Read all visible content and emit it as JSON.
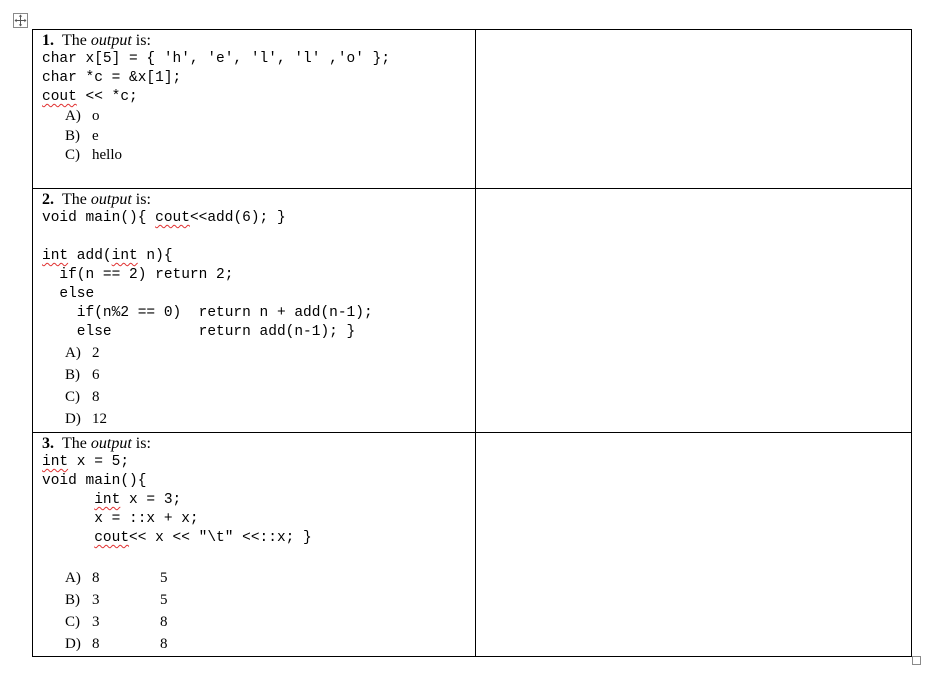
{
  "questions": [
    {
      "num": "1.",
      "stem_pre": "The",
      "stem_em": "output",
      "stem_post": "is:",
      "code": {
        "l1": "char x[5] = { 'h', 'e', 'l', 'l' ,'o' };",
        "l2": "char *c = &x[1];",
        "l3_kw": "cout",
        "l3_rest": " << *c;"
      },
      "options": [
        {
          "label": "A)",
          "text": "o"
        },
        {
          "label": "B)",
          "text": "e"
        },
        {
          "label": "C)",
          "text": "hello"
        }
      ]
    },
    {
      "num": "2.",
      "stem_pre": "The",
      "stem_em": "output",
      "stem_post": "is:",
      "code": {
        "l1_pre": "void main(){ ",
        "l1_kw": "cout",
        "l1_post": "<<add(6); }",
        "l2_kw1": "int",
        "l2_mid": " add(",
        "l2_kw2": "int",
        "l2_post": " n){",
        "l3": "  if(n == 2) return 2;",
        "l4": "  else",
        "l5": "    if(n%2 == 0)  return n + add(n-1);",
        "l6": "    else          return add(n-1); }"
      },
      "options": [
        {
          "label": "A)",
          "text": "2"
        },
        {
          "label": "B)",
          "text": "6"
        },
        {
          "label": "C)",
          "text": "8"
        },
        {
          "label": "D)",
          "text": "12"
        }
      ]
    },
    {
      "num": "3.",
      "stem_pre": "The",
      "stem_em": "output",
      "stem_post": "is:",
      "code": {
        "l1_kw": "int",
        "l1_rest": " x = 5;",
        "l2": "void main(){",
        "l3_pre": "      ",
        "l3_kw": "int",
        "l3_rest": " x = 3;",
        "l4": "      x = ::x + x;",
        "l5_pre": "      ",
        "l5_kw": "cout",
        "l5_rest": "<< x << \"\\t\" <<::x; }"
      },
      "options": [
        {
          "label": "A)",
          "v1": "8",
          "v2": "5"
        },
        {
          "label": "B)",
          "v1": "3",
          "v2": "5"
        },
        {
          "label": "C)",
          "v1": "3",
          "v2": "8"
        },
        {
          "label": "D)",
          "v1": "8",
          "v2": "8"
        }
      ]
    }
  ]
}
